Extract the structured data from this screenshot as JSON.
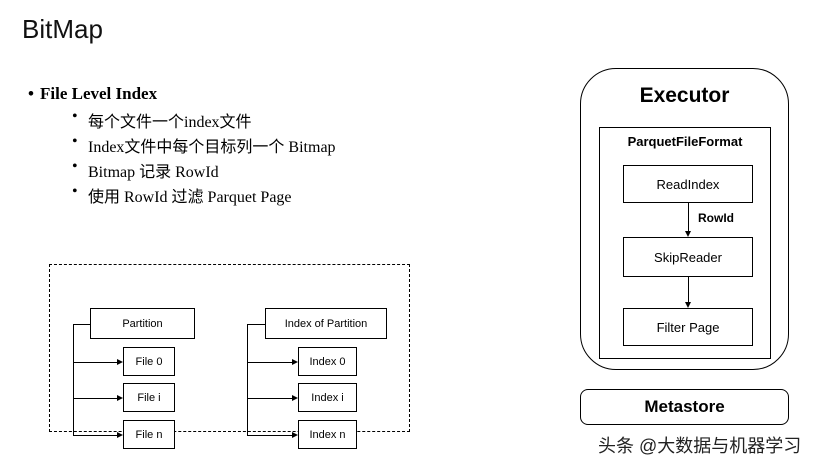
{
  "slide": {
    "title": "BitMap"
  },
  "bullets": {
    "main": "File Level Index",
    "subs": [
      "每个文件一个index文件",
      "Index文件中每个目标列一个 Bitmap",
      "Bitmap 记录 RowId",
      "使用 RowId 过滤 Parquet Page"
    ]
  },
  "left_diagram": {
    "partition": "Partition",
    "files": [
      "File 0",
      "File i",
      "File n"
    ],
    "index_partition": "Index of Partition",
    "indexes": [
      "Index 0",
      "Index i",
      "Index n"
    ]
  },
  "executor": {
    "title": "Executor",
    "format_title": "ParquetFileFormat",
    "read_index": "ReadIndex",
    "rowid_label": "RowId",
    "skip_reader": "SkipReader",
    "filter_page": "Filter Page"
  },
  "metastore": "Metastore",
  "watermark": "头条 @大数据与机器学习"
}
